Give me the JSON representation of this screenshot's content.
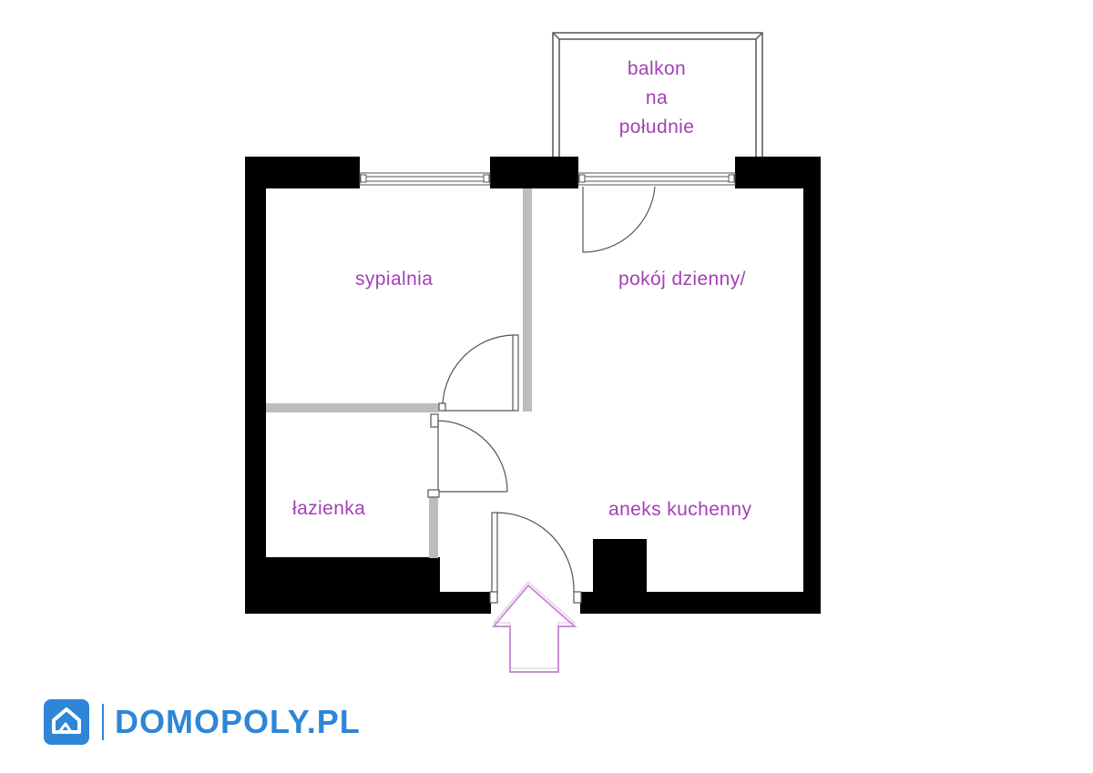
{
  "rooms": {
    "balcony_lines": [
      "balkon",
      "na",
      "południe"
    ],
    "bedroom": "sypialnia",
    "living_room": "pokój dzienny/",
    "bathroom": "łazienka",
    "kitchenette": "aneks kuchenny"
  },
  "brand": {
    "name": "DOMOPOLY.PL",
    "logo_icon": "house-icon",
    "color": "#2f86d6"
  },
  "colors": {
    "room_label": "#a440b6",
    "wall": "#000000",
    "partition": "#bdbdbd",
    "entrance_arrow": "#c98fd4"
  }
}
